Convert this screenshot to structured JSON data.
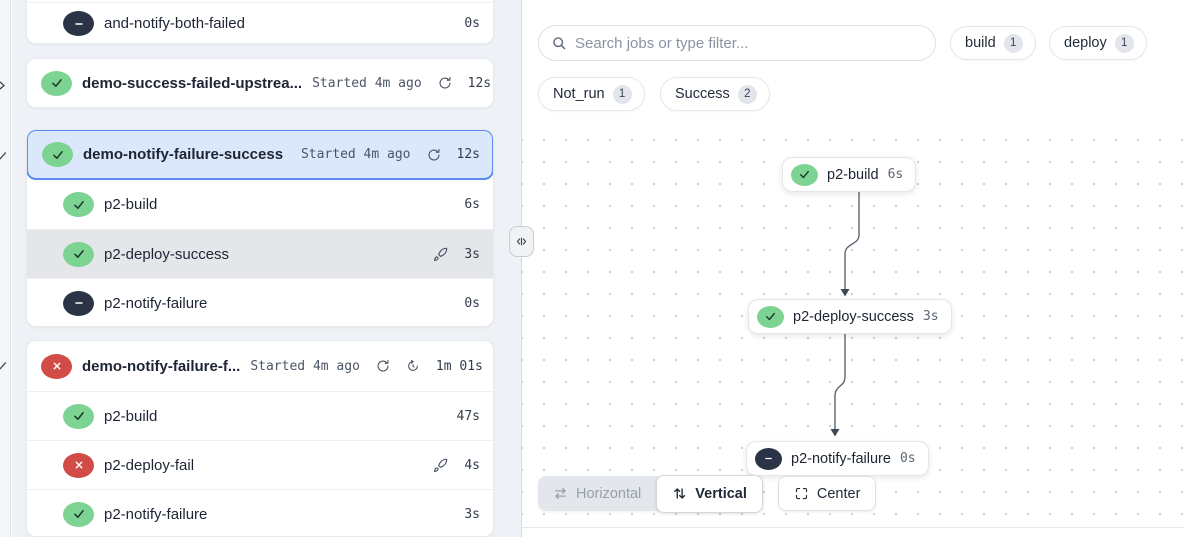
{
  "colors": {
    "accent_blue": "#5b8cec",
    "selected_bg": "#dbe8fc",
    "success_green": "#7cd392",
    "failed_red": "#d14b47",
    "notrun_dark": "#2b3447",
    "sidebar_bg": "#eef1f5"
  },
  "icons": {
    "check": "checkmark in green ellipse",
    "x": "cross in red ellipse",
    "minus": "minus in dark ellipse",
    "rerun": "circular refresh arrow",
    "retried": "circular arrow with clock",
    "rocket": "deployment rocket outline",
    "search": "magnifier",
    "divider_handle": "code-resize <|>",
    "horizontal": "left-right swap arrows",
    "vertical": "up-down arrows",
    "center": "frame corners"
  },
  "sidebar": {
    "groups": [
      {
        "children": [
          {
            "name": "and-notify-both-failed",
            "status": "notrun",
            "duration": "0s"
          }
        ]
      },
      {
        "header": {
          "name": "demo-success-failed-upstrea...",
          "status": "success",
          "started": "Started 4m ago",
          "duration": "12s"
        }
      },
      {
        "header": {
          "name": "demo-notify-failure-success",
          "status": "success",
          "started": "Started 4m ago",
          "duration": "12s",
          "selected": true
        },
        "children": [
          {
            "name": "p2-build",
            "status": "success",
            "duration": "6s"
          },
          {
            "name": "p2-deploy-success",
            "status": "success",
            "duration": "3s",
            "deploy": true,
            "highlighted": true
          },
          {
            "name": "p2-notify-failure",
            "status": "notrun",
            "duration": "0s"
          }
        ]
      },
      {
        "header": {
          "name": "demo-notify-failure-f...",
          "status": "failed",
          "started": "Started 4m ago",
          "duration": "1m 01s"
        },
        "children": [
          {
            "name": "p2-build",
            "status": "success",
            "duration": "47s"
          },
          {
            "name": "p2-deploy-fail",
            "status": "failed",
            "duration": "4s",
            "deploy": true
          },
          {
            "name": "p2-notify-failure",
            "status": "success",
            "duration": "3s"
          }
        ]
      }
    ]
  },
  "main": {
    "search": {
      "placeholder": "Search jobs or type filter..."
    },
    "chips": [
      {
        "label": "build",
        "count": "1"
      },
      {
        "label": "deploy",
        "count": "1"
      },
      {
        "label": "Not_run",
        "count": "1"
      },
      {
        "label": "Success",
        "count": "2"
      }
    ],
    "graph": {
      "nodes": [
        {
          "name": "p2-build",
          "status": "success",
          "duration": "6s"
        },
        {
          "name": "p2-deploy-success",
          "status": "success",
          "duration": "3s"
        },
        {
          "name": "p2-notify-failure",
          "status": "notrun",
          "duration": "0s"
        }
      ],
      "edges": [
        {
          "from": "p2-build",
          "to": "p2-deploy-success"
        },
        {
          "from": "p2-deploy-success",
          "to": "p2-notify-failure"
        }
      ]
    },
    "toolbar": {
      "horizontal": "Horizontal",
      "vertical": "Vertical",
      "center": "Center"
    }
  }
}
